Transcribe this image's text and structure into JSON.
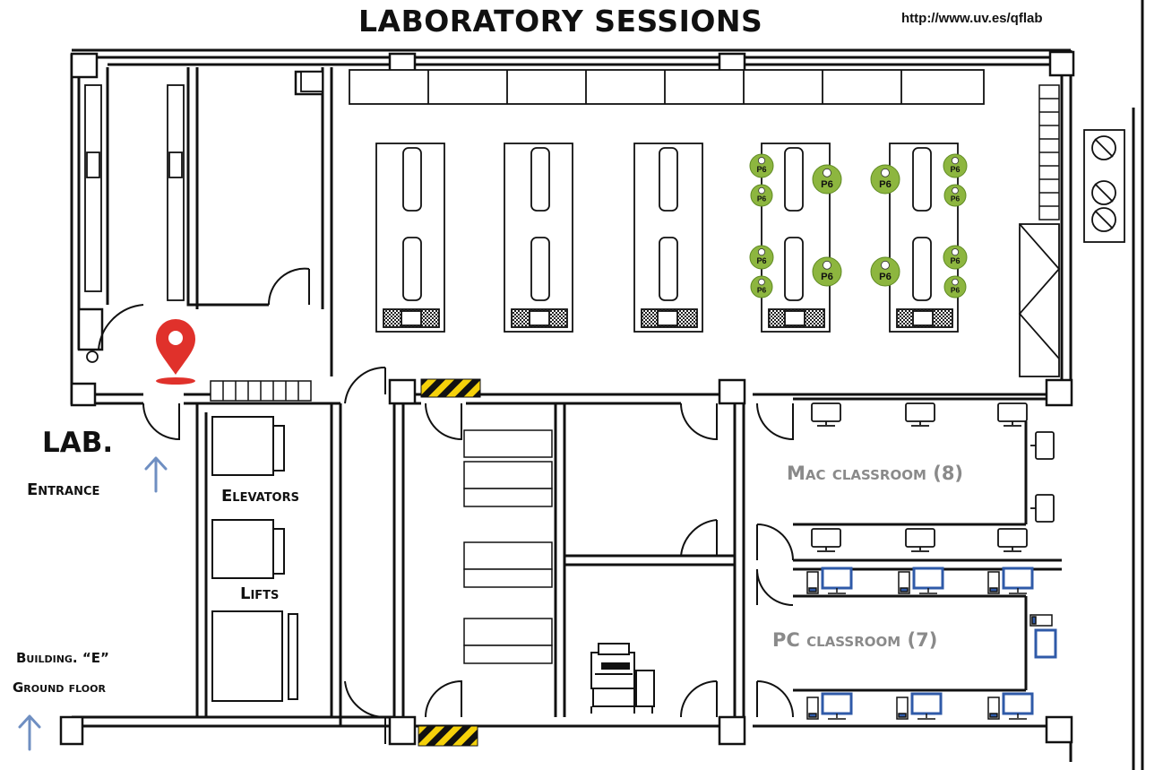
{
  "map": {
    "title": "LABORATORY SESSIONS",
    "url": "http://www.uv.es/qflab",
    "entrance": {
      "line1": "LAB.",
      "line2": "Entrance"
    },
    "elevators_label": "Elevators",
    "lifts_label": "Lifts",
    "building": {
      "line1": "Building. “E”",
      "line2": "Ground floor"
    },
    "mac_classroom": "Mac classroom (8)",
    "pc_classroom": "PC classroom (7)",
    "session_marker": "P6",
    "colors": {
      "marker_green": "#8db63f",
      "pin_red": "#e0312b",
      "arrow_blue": "#6f8fc2",
      "hazard_yellow": "#f5d10a",
      "pc_blue": "#2f5aa8",
      "room_label_gray": "#8a8a8a"
    },
    "icons": [
      "location-pin-icon",
      "up-arrow-icon",
      "printer-icon",
      "computer-monitor-icon",
      "student-avatar-icon"
    ]
  }
}
